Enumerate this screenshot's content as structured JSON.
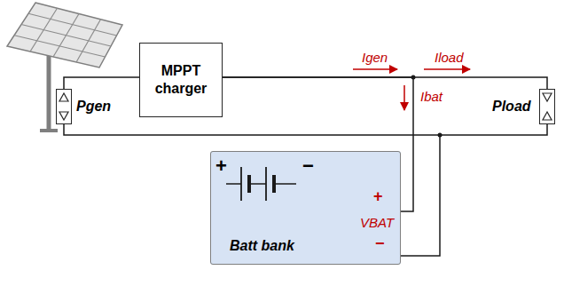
{
  "diagram": {
    "nodes": [
      {
        "text": [
          "Pgen"
        ]
      },
      {
        "text": [
          "MPPT charger"
        ]
      },
      {
        "text": [
          "Pload"
        ]
      },
      {
        "text": [
          "Batt bank"
        ]
      }
    ],
    "edges": [
      {
        "from": 0,
        "to": 1,
        "arrow": "none"
      },
      {
        "from": 1,
        "to": 2,
        "arrow": "none"
      },
      {
        "from": 1,
        "to": 3,
        "arrow": "none"
      }
    ],
    "labels": [
      "Igen",
      "Iload",
      "Ibat",
      "+",
      "−",
      "+",
      "VBAT",
      "−"
    ]
  }
}
